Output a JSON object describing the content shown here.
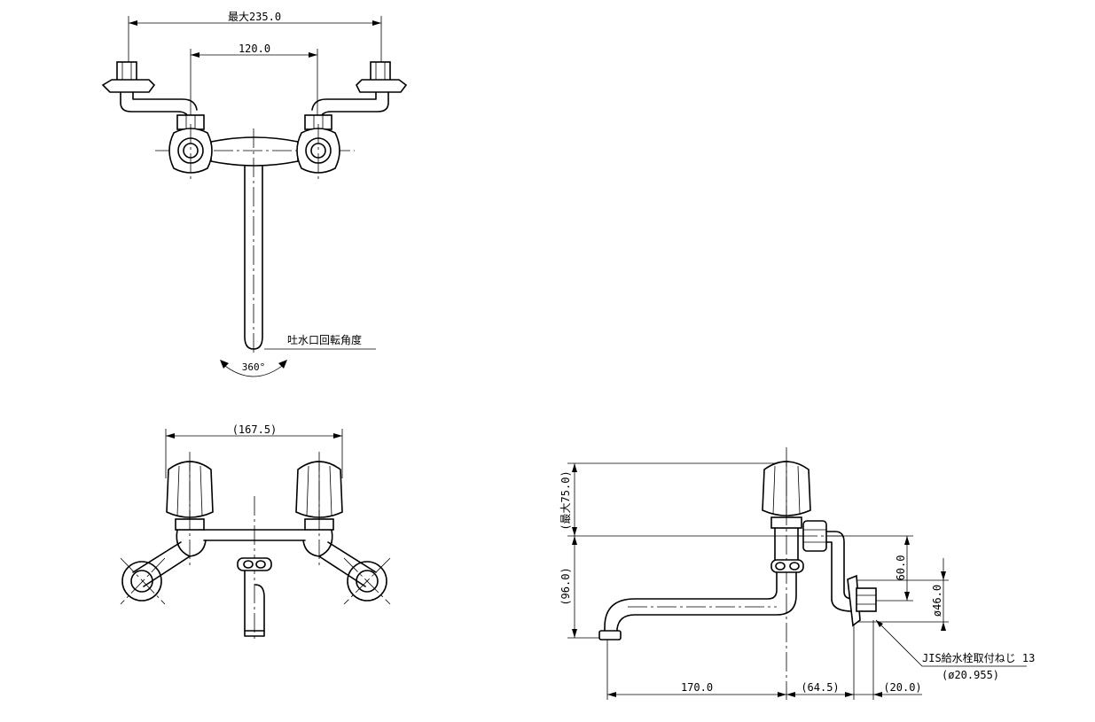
{
  "dimensions": {
    "top_width": "最大235.0",
    "top_center": "120.0",
    "front_width": "(167.5)",
    "side_height_top": "(最大75.0)",
    "side_height_bottom": "(96.0)",
    "side_60": "60.0",
    "side_46": "ø46.0",
    "spout_length": "170.0",
    "offset_1": "(64.5)",
    "offset_2": "(20.0)"
  },
  "notes": {
    "spout_rotation_label": "吐水口回転角度",
    "rotation_angle": "360°",
    "thread_label": "JIS給水栓取付ねじ 13",
    "thread_diameter": "(ø20.955)"
  }
}
